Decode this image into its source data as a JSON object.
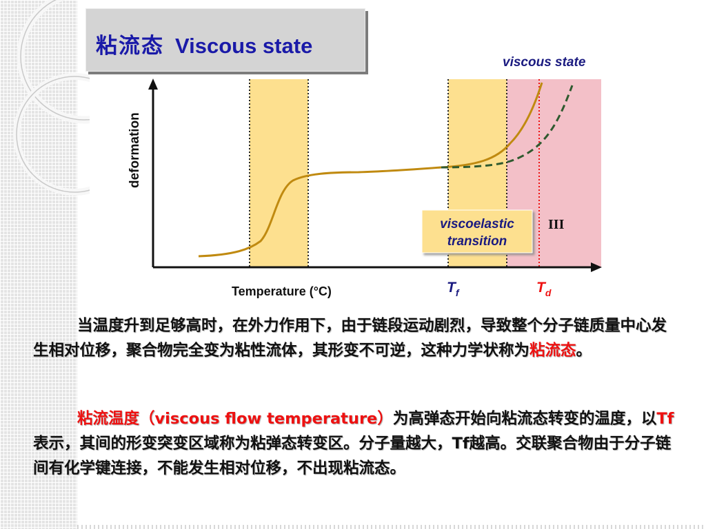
{
  "title": {
    "cn": "粘流态",
    "en": "Viscous state"
  },
  "diagram": {
    "region_label": "viscous state",
    "y_axis_label": "deformation",
    "x_axis_label": "Temperature (°C)",
    "callout_line1": "viscoelastic",
    "callout_line2": "transition",
    "region_numeral": "III",
    "tf_main": "T",
    "tf_sub": "f",
    "td_main": "T",
    "td_sub": "d",
    "colors": {
      "band": "#fde08f",
      "viscous_region": "#f3c0c8",
      "curve": "#c08a10",
      "dashed_curve": "#2f5a2f",
      "td_color": "#ee1111",
      "label_blue": "#1a1a80"
    }
  },
  "paragraph1": {
    "text_a": "当温度升到足够高时，在外力作用下，由于链段运动剧烈，导致整个分子链质量中心发生相对位移，聚合物完全变为粘性流体，其形变不可逆，这种力学状称为",
    "highlight": "粘流态",
    "text_b": "。"
  },
  "paragraph2": {
    "highlight_a": "粘流温度（viscous flow temperature）",
    "text_a": "为高弹态开始向粘流态转变的温度，以",
    "highlight_b": "Tf",
    "text_b": "表示，其间的形变突变区域称为粘弹态转变区。分子量越大，Tf越高。交联聚合物由于分子链间有化学键连接，不能发生相对位移，不出现粘流态。"
  }
}
